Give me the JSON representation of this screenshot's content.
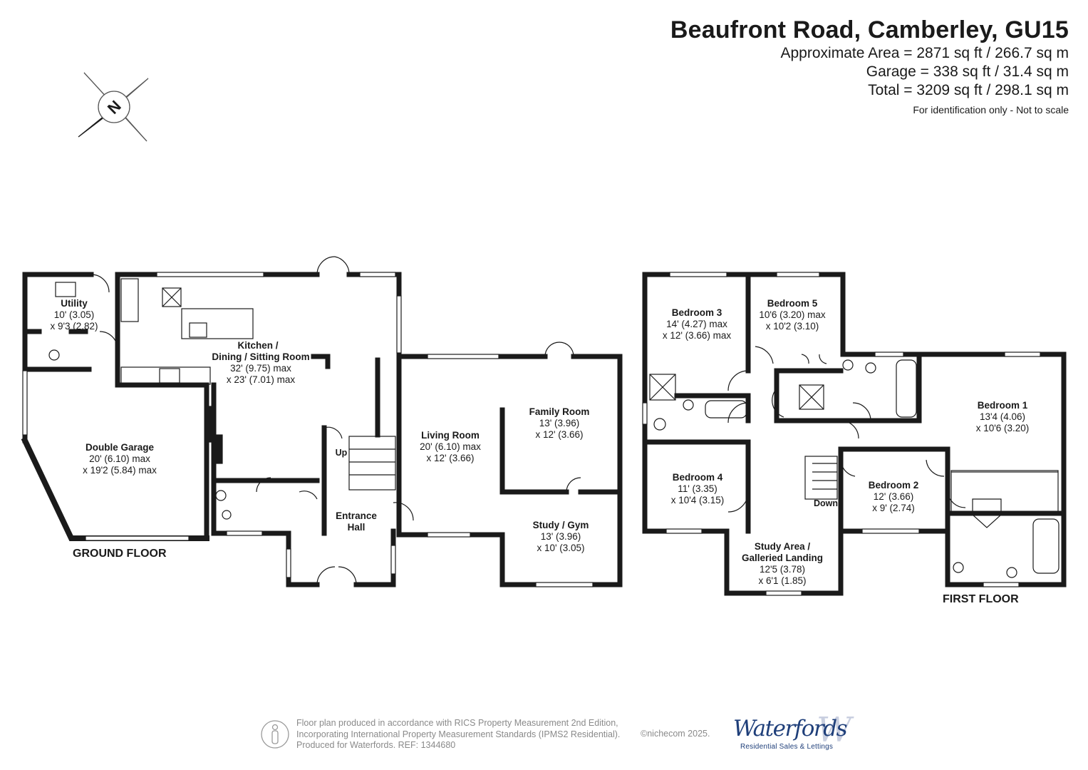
{
  "header": {
    "title": "Beaufront Road, Camberley, GU15",
    "approx_area": "Approximate Area = 2871 sq ft / 266.7 sq m",
    "garage_area": "Garage = 338 sq ft / 31.4 sq m",
    "total_area": "Total = 3209 sq ft / 298.1 sq m",
    "note": "For identification only - Not to scale"
  },
  "compass": {
    "letter": "N"
  },
  "ground_floor": {
    "label": "GROUND FLOOR",
    "utility": {
      "name": "Utility",
      "dim1": "10' (3.05)",
      "dim2": "x 9'3 (2.82)"
    },
    "kitchen": {
      "name1": "Kitchen /",
      "name2": "Dining / Sitting Room",
      "dim1": "32' (9.75) max",
      "dim2": "x 23' (7.01) max"
    },
    "garage": {
      "name": "Double Garage",
      "dim1": "20' (6.10) max",
      "dim2": "x 19'2 (5.84) max"
    },
    "living": {
      "name": "Living Room",
      "dim1": "20' (6.10) max",
      "dim2": "x 12' (3.66)"
    },
    "family": {
      "name": "Family Room",
      "dim1": "13' (3.96)",
      "dim2": "x 12' (3.66)"
    },
    "study": {
      "name": "Study / Gym",
      "dim1": "13' (3.96)",
      "dim2": "x 10' (3.05)"
    },
    "hall": {
      "name1": "Entrance",
      "name2": "Hall"
    },
    "stairs_up": "Up"
  },
  "first_floor": {
    "label": "FIRST FLOOR",
    "bed3": {
      "name": "Bedroom 3",
      "dim1": "14' (4.27) max",
      "dim2": "x 12' (3.66) max"
    },
    "bed5": {
      "name": "Bedroom 5",
      "dim1": "10'6 (3.20) max",
      "dim2": "x 10'2 (3.10)"
    },
    "bed1": {
      "name": "Bedroom 1",
      "dim1": "13'4 (4.06)",
      "dim2": "x 10'6 (3.20)"
    },
    "bed4": {
      "name": "Bedroom 4",
      "dim1": "11' (3.35)",
      "dim2": "x 10'4 (3.15)"
    },
    "bed2": {
      "name": "Bedroom 2",
      "dim1": "12' (3.66)",
      "dim2": "x 9' (2.74)"
    },
    "landing": {
      "name1": "Study Area /",
      "name2": "Galleried Landing",
      "dim1": "12'5 (3.78)",
      "dim2": "x 6'1 (1.85)"
    },
    "stairs_down": "Down"
  },
  "footer": {
    "line1": "Floor plan produced in accordance with RICS Property Measurement 2nd Edition,",
    "line2": "Incorporating International Property Measurement Standards (IPMS2 Residential).",
    "line3": "Produced for Waterfords.   REF: 1344680",
    "copyright": "©nichecom 2025."
  },
  "brand": {
    "name": "Waterfords",
    "tagline": "Residential Sales & Lettings",
    "monogram": "W"
  },
  "colors": {
    "wall": "#1a1a1a",
    "text": "#1a1a1a",
    "footer_text": "#8a8a8a",
    "brand": "#1f3f7a"
  }
}
